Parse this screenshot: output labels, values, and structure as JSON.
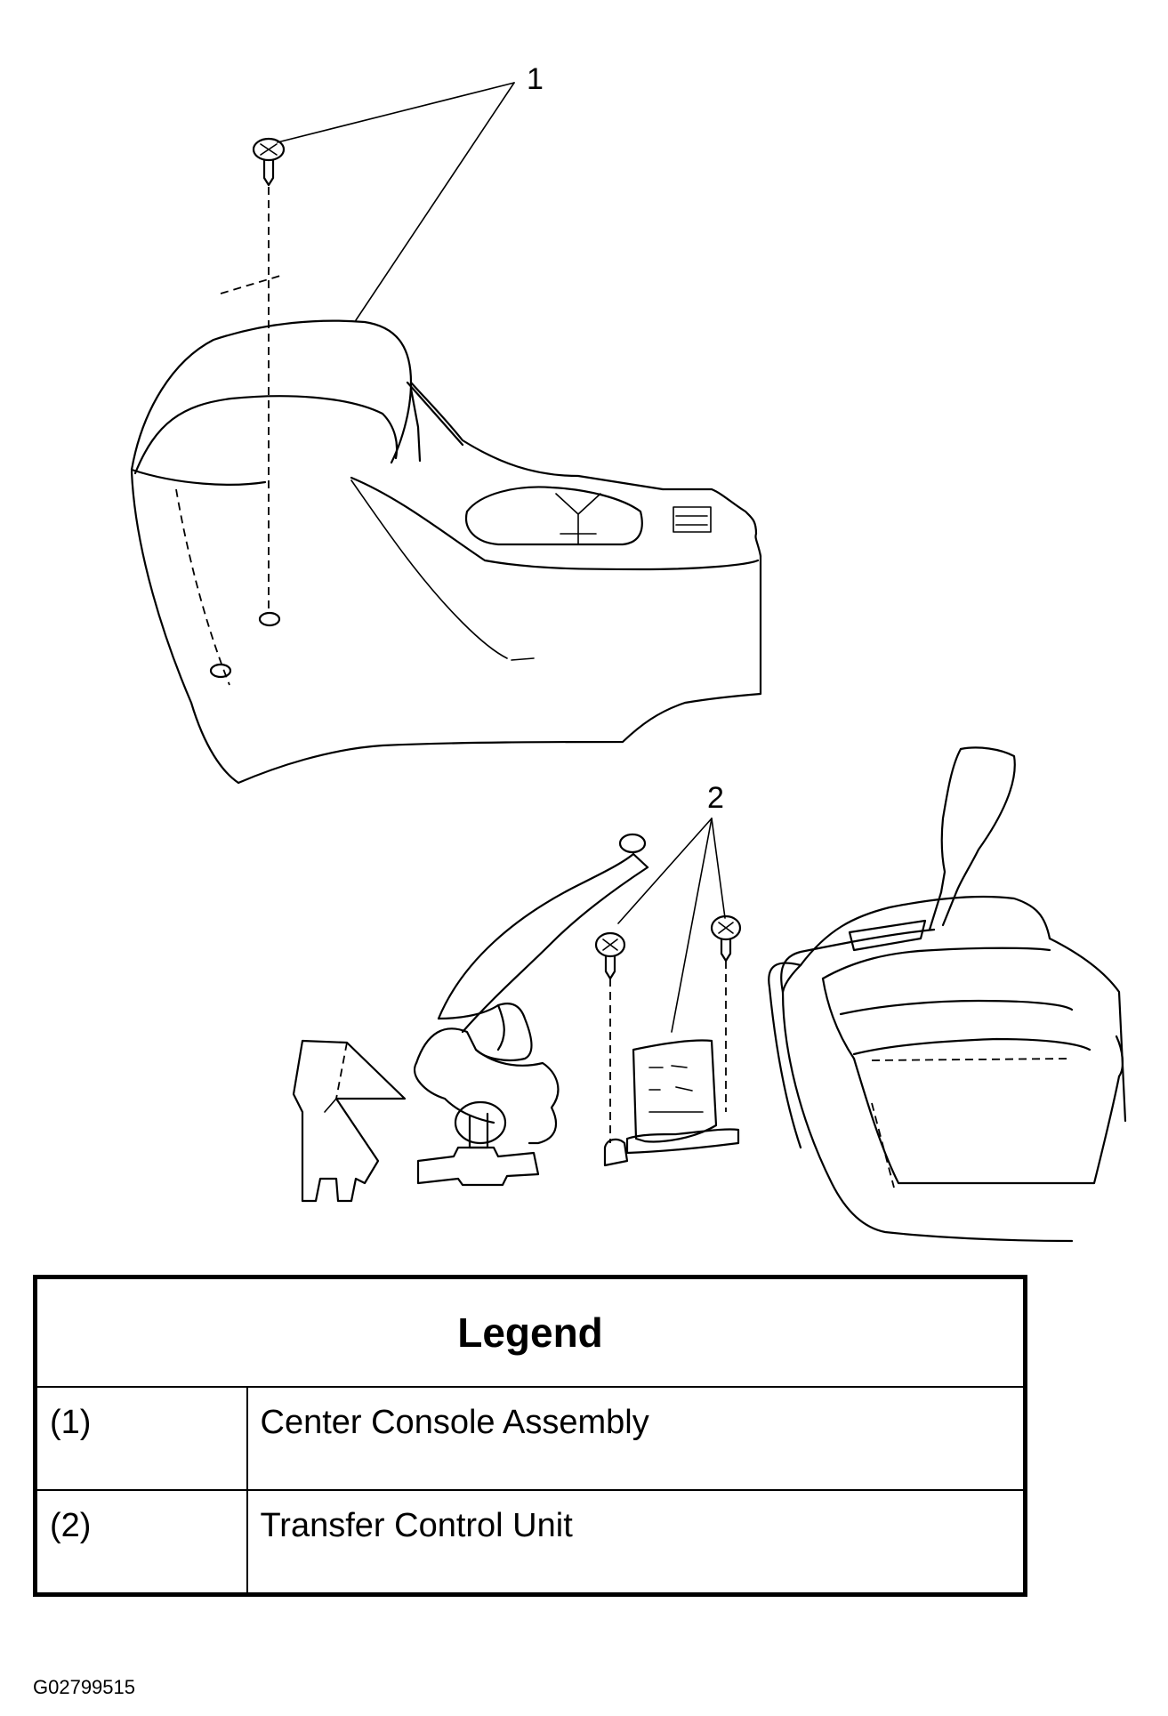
{
  "diagram": {
    "callouts": [
      {
        "number": "1"
      },
      {
        "number": "2"
      }
    ]
  },
  "legend": {
    "title": "Legend",
    "rows": [
      {
        "callout": "(1)",
        "description": "Center Console Assembly"
      },
      {
        "callout": "(2)",
        "description": "Transfer Control Unit"
      }
    ]
  },
  "figure_id": "G02799515"
}
